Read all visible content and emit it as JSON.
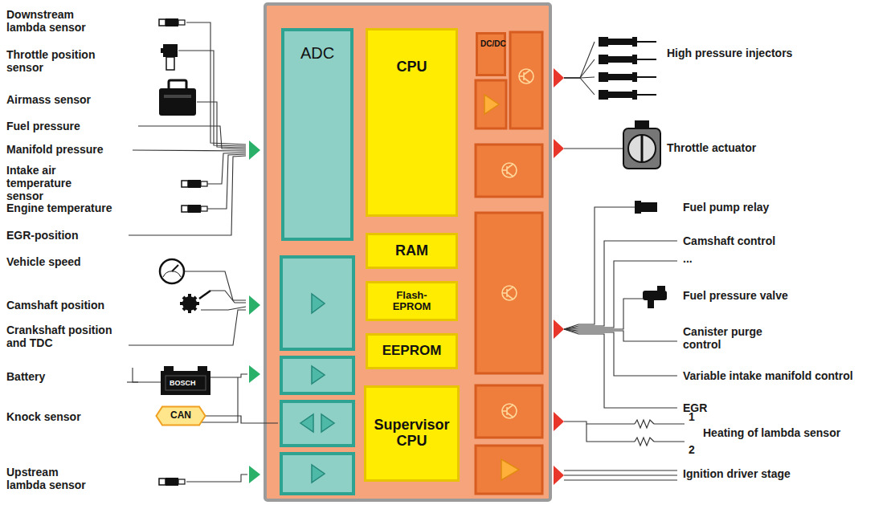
{
  "diagram": {
    "nodes": [
      {
        "text": [
          "ADC"
        ]
      },
      {
        "text": [
          "CPU"
        ]
      },
      {
        "text": [
          "RAM"
        ]
      },
      {
        "text": [
          "Flash-EPROM"
        ]
      },
      {
        "text": [
          "EEPROM"
        ]
      },
      {
        "text": [
          "Supervisor CPU"
        ]
      },
      {
        "text": [
          "DC/DC"
        ]
      },
      {
        "text": [
          "CAN"
        ]
      }
    ],
    "labels": [
      "Downstream lambda sensor",
      "Throttle position sensor",
      "Airmass sensor",
      "Fuel pressure",
      "Manifold pressure",
      "Intake air temperature sensor",
      "Engine temperature",
      "EGR-position",
      "Vehicle speed",
      "Camshaft position",
      "Crankshaft position and TDC",
      "Battery",
      "BOSCH",
      "Knock sensor",
      "Upstream lambda sensor",
      "High pressure injectors",
      "Throttle actuator",
      "Fuel pump relay",
      "Camshaft control",
      "...",
      "Fuel pressure valve",
      "Canister purge control",
      "Variable intake manifold control",
      "EGR",
      "1",
      "2",
      "Heating of lambda sensor",
      "Ignition driver stage"
    ]
  }
}
